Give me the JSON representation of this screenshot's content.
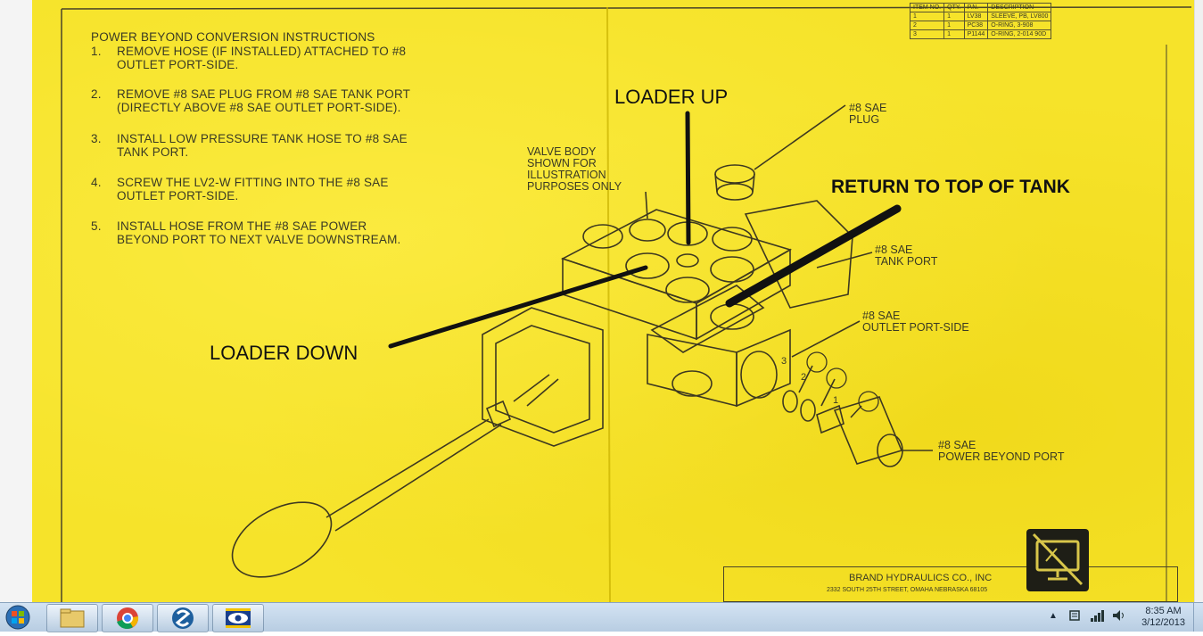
{
  "document": {
    "instructions": {
      "heading": "POWER BEYOND CONVERSION INSTRUCTIONS",
      "steps": [
        {
          "num": "1.",
          "text": "REMOVE HOSE (IF INSTALLED) ATTACHED TO #8\nOUTLET PORT-SIDE."
        },
        {
          "num": "2.",
          "text": "REMOVE #8 SAE PLUG FROM #8 SAE TANK PORT\n(DIRECTLY ABOVE #8 SAE OUTLET PORT-SIDE)."
        },
        {
          "num": "3.",
          "text": "INSTALL LOW PRESSURE TANK HOSE TO #8 SAE\nTANK PORT."
        },
        {
          "num": "4.",
          "text": "SCREW THE LV2-W FITTING INTO THE #8 SAE\nOUTLET PORT-SIDE."
        },
        {
          "num": "5.",
          "text": "INSTALL HOSE FROM THE #8 SAE POWER\nBEYOND PORT TO NEXT VALVE DOWNSTREAM."
        }
      ]
    },
    "parts_table": {
      "headers": [
        "ITEM NO.",
        "QTY.",
        "P.N.",
        "DESCRIPTION"
      ],
      "rows": [
        [
          "1",
          "1",
          "LV38",
          "SLEEVE, PB, LV800"
        ],
        [
          "2",
          "1",
          "PC38",
          "O-RING, 3-908"
        ],
        [
          "3",
          "1",
          "P1144",
          "O-RING, 2-014 90D"
        ]
      ]
    },
    "callouts": {
      "valve_body": "VALVE BODY\nSHOWN FOR\nILLUSTRATION\nPURPOSES ONLY",
      "plug": "#8 SAE\nPLUG",
      "tank_port": "#8 SAE\nTANK PORT",
      "outlet_port": "#8 SAE\nOUTLET PORT-SIDE",
      "power_beyond_port": "#8 SAE\nPOWER BEYOND PORT",
      "item1": "1",
      "item2": "2",
      "item3": "3"
    },
    "annotations": {
      "loader_up": "LOADER UP",
      "loader_down": "LOADER DOWN",
      "return_to_tank": "RETURN TO TOP OF TANK"
    },
    "title_block": {
      "company": "BRAND HYDRAULICS CO., INC",
      "address": "2332 SOUTH 25TH STREET, OMAHA NEBRASKA 68105"
    }
  },
  "taskbar": {
    "start_icon": "windows-orb-icon",
    "pinned": [
      {
        "name": "file-explorer-icon"
      },
      {
        "name": "chrome-icon"
      },
      {
        "name": "sync-app-icon"
      },
      {
        "name": "eye-app-icon"
      }
    ],
    "tray": {
      "time": "8:35 AM",
      "date": "3/12/2013"
    }
  },
  "colors": {
    "paper": "#f6e32a",
    "ink": "#3a3a24",
    "marker": "#111111",
    "taskbar": "#c4d7ea"
  }
}
